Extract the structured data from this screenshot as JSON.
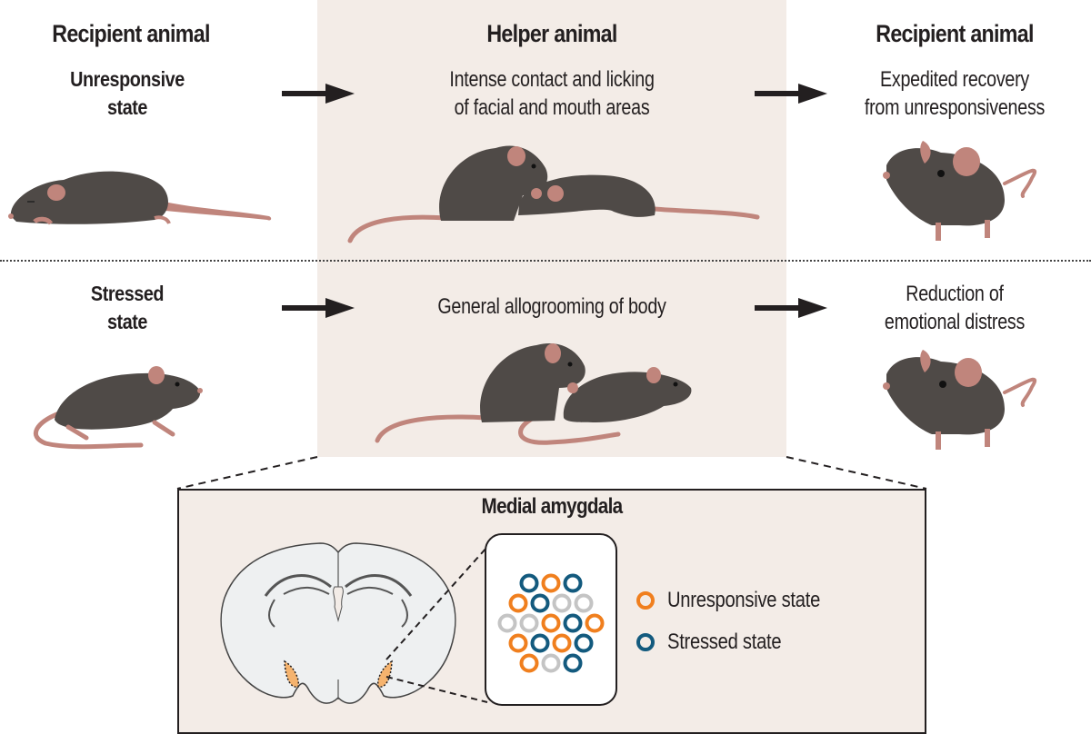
{
  "columns": {
    "left_header": "Recipient animal",
    "middle_header": "Helper animal",
    "right_header": "Recipient animal"
  },
  "rows": [
    {
      "state": [
        "Unresponsive",
        "state"
      ],
      "helper_behavior": [
        "Intense contact and licking",
        "of facial and mouth areas"
      ],
      "outcome": [
        "Expedited recovery",
        "from unresponsiveness"
      ]
    },
    {
      "state": [
        "Stressed",
        "state"
      ],
      "helper_behavior": [
        "General allogrooming of body"
      ],
      "outcome": [
        "Reduction of",
        "emotional distress"
      ]
    }
  ],
  "inset": {
    "title": "Medial amygdala",
    "legend": [
      {
        "label": "Unresponsive state",
        "color": "#f07f1e"
      },
      {
        "label": "Stressed state",
        "color": "#135a7e"
      }
    ],
    "neuron_colors": {
      "unresponsive": "#f07f1e",
      "stressed": "#135a7e",
      "neither": "#c4c4c4"
    },
    "neuron_grid": [
      [
        "stressed",
        "unresponsive",
        "stressed"
      ],
      [
        "unresponsive",
        "stressed",
        "neither",
        "neither"
      ],
      [
        "neither",
        "neither",
        "unresponsive",
        "stressed",
        "unresponsive"
      ],
      [
        "unresponsive",
        "stressed",
        "unresponsive",
        "stressed"
      ],
      [
        "unresponsive",
        "neither",
        "stressed"
      ]
    ]
  },
  "colors": {
    "panel_bg": "#f3ece7",
    "mouse_fur": "#4f4a47",
    "mouse_skin": "#c0857c",
    "amygdala_fill": "#f5b36e",
    "text": "#231f20"
  }
}
